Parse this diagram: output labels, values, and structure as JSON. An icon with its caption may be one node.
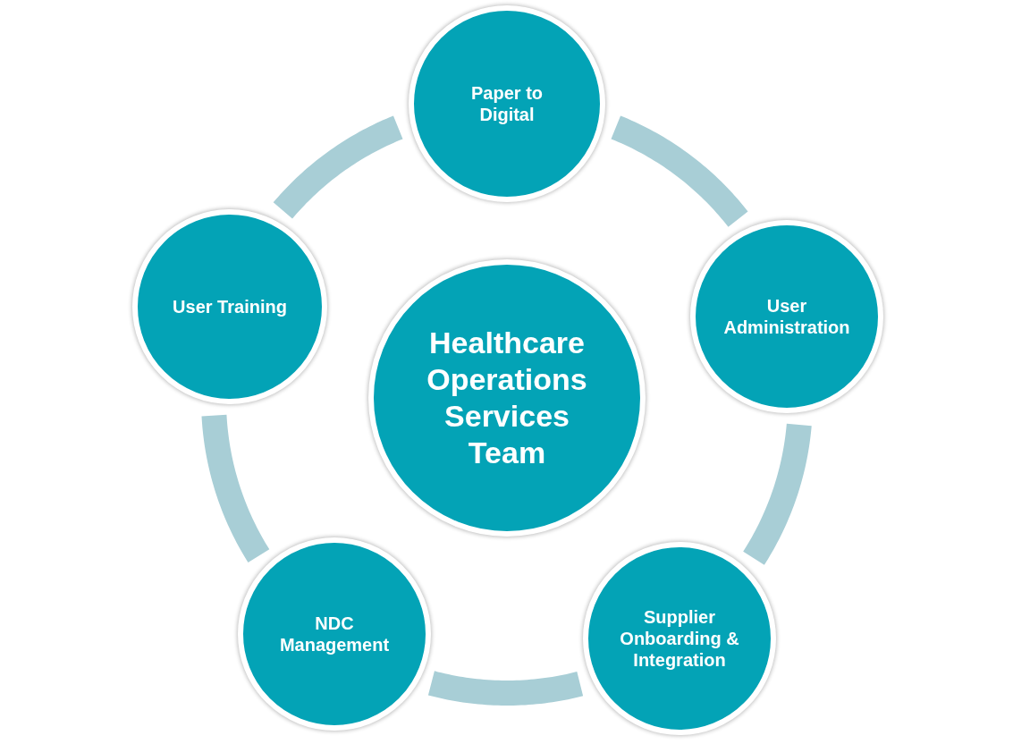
{
  "diagram": {
    "nodes": [
      {
        "text": [
          "Paper to Digital"
        ]
      },
      {
        "text": [
          "User Training"
        ]
      },
      {
        "text": [
          "Healthcare Operations Services Team"
        ]
      },
      {
        "text": [
          "User Administration"
        ]
      },
      {
        "text": [
          "NDC Management"
        ]
      },
      {
        "text": [
          "Supplier Onboarding & Integration"
        ]
      }
    ],
    "edges": [
      {
        "from": 0,
        "to": 3,
        "arrow": "none"
      },
      {
        "from": 3,
        "to": 5,
        "arrow": "none"
      },
      {
        "from": 5,
        "to": 4,
        "arrow": "none"
      },
      {
        "from": 4,
        "to": 1,
        "arrow": "none"
      },
      {
        "from": 1,
        "to": 0,
        "arrow": "none"
      }
    ]
  }
}
